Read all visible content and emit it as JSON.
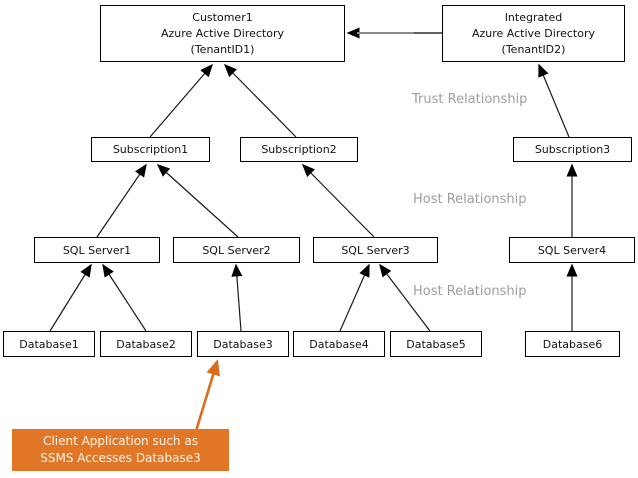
{
  "tenants": {
    "customer": {
      "line1": "Customer1",
      "line2": "Azure Active Directory",
      "line3": "(TenantID1)"
    },
    "integrated": {
      "line1": "Integrated",
      "line2": "Azure Active Directory",
      "line3": "(TenantID2)"
    }
  },
  "subscriptions": [
    "Subscription1",
    "Subscription2",
    "Subscription3"
  ],
  "sql_servers": [
    "SQL Server1",
    "SQL Server2",
    "SQL Server3",
    "SQL Server4"
  ],
  "databases": [
    "Database1",
    "Database2",
    "Database3",
    "Database4",
    "Database5",
    "Database6"
  ],
  "relationship_labels": {
    "trust": "Trust Relationship",
    "host_upper": "Host Relationship",
    "host_lower": "Host Relationship"
  },
  "note": {
    "line1": "Client Application such as",
    "line2": "SSMS Accesses Database3"
  },
  "colors": {
    "note_fill": "#E17627",
    "note_arrow": "#D96F1E",
    "label_gray": "#9E9E9E",
    "edge_black": "#000000"
  },
  "edges": [
    {
      "from": "Integrated Azure Active Directory (TenantID2)",
      "to": "Customer1 Azure Active Directory (TenantID1)",
      "relationship": "Trust Relationship"
    },
    {
      "from": "Subscription1",
      "to": "Customer1 Azure Active Directory (TenantID1)"
    },
    {
      "from": "Subscription2",
      "to": "Customer1 Azure Active Directory (TenantID1)"
    },
    {
      "from": "Subscription3",
      "to": "Integrated Azure Active Directory (TenantID2)",
      "relationship": "Trust Relationship"
    },
    {
      "from": "SQL Server1",
      "to": "Subscription1",
      "relationship": "Host Relationship"
    },
    {
      "from": "SQL Server2",
      "to": "Subscription1",
      "relationship": "Host Relationship"
    },
    {
      "from": "SQL Server3",
      "to": "Subscription2",
      "relationship": "Host Relationship"
    },
    {
      "from": "SQL Server4",
      "to": "Subscription3",
      "relationship": "Host Relationship"
    },
    {
      "from": "Database1",
      "to": "SQL Server1",
      "relationship": "Host Relationship"
    },
    {
      "from": "Database2",
      "to": "SQL Server1",
      "relationship": "Host Relationship"
    },
    {
      "from": "Database3",
      "to": "SQL Server2",
      "relationship": "Host Relationship"
    },
    {
      "from": "Database4",
      "to": "SQL Server3",
      "relationship": "Host Relationship"
    },
    {
      "from": "Database5",
      "to": "SQL Server3",
      "relationship": "Host Relationship"
    },
    {
      "from": "Database6",
      "to": "SQL Server4",
      "relationship": "Host Relationship"
    },
    {
      "from": "Client Application (SSMS)",
      "to": "Database3",
      "relationship": "Access"
    }
  ]
}
